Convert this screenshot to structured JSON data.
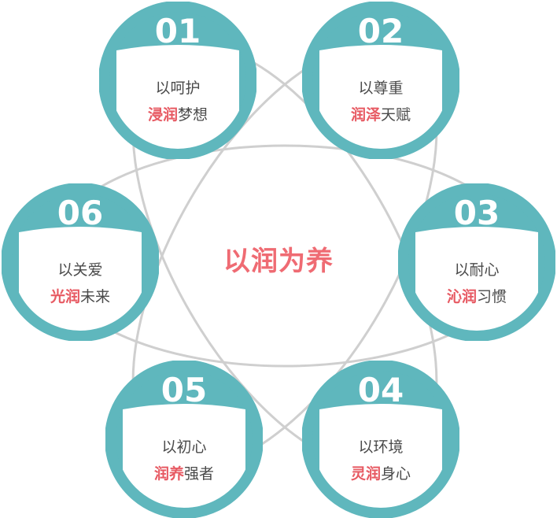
{
  "center": {
    "title": "以润为养"
  },
  "colors": {
    "teal": "#5fb7bd",
    "accent": "#e75a63",
    "ring": "#cfcfcf",
    "text": "#4a4a4a"
  },
  "nodes": [
    {
      "number": "01",
      "line1": "以呵护",
      "accent": "浸润",
      "rest": "梦想"
    },
    {
      "number": "02",
      "line1": "以尊重",
      "accent": "润泽",
      "rest": "天赋"
    },
    {
      "number": "03",
      "line1": "以耐心",
      "accent": "沁润",
      "rest": "习惯"
    },
    {
      "number": "04",
      "line1": "以环境",
      "accent": "灵润",
      "rest": "身心"
    },
    {
      "number": "05",
      "line1": "以初心",
      "accent": "润养",
      "rest": "强者"
    },
    {
      "number": "06",
      "line1": "以关爱",
      "accent": "光润",
      "rest": "未来"
    }
  ]
}
